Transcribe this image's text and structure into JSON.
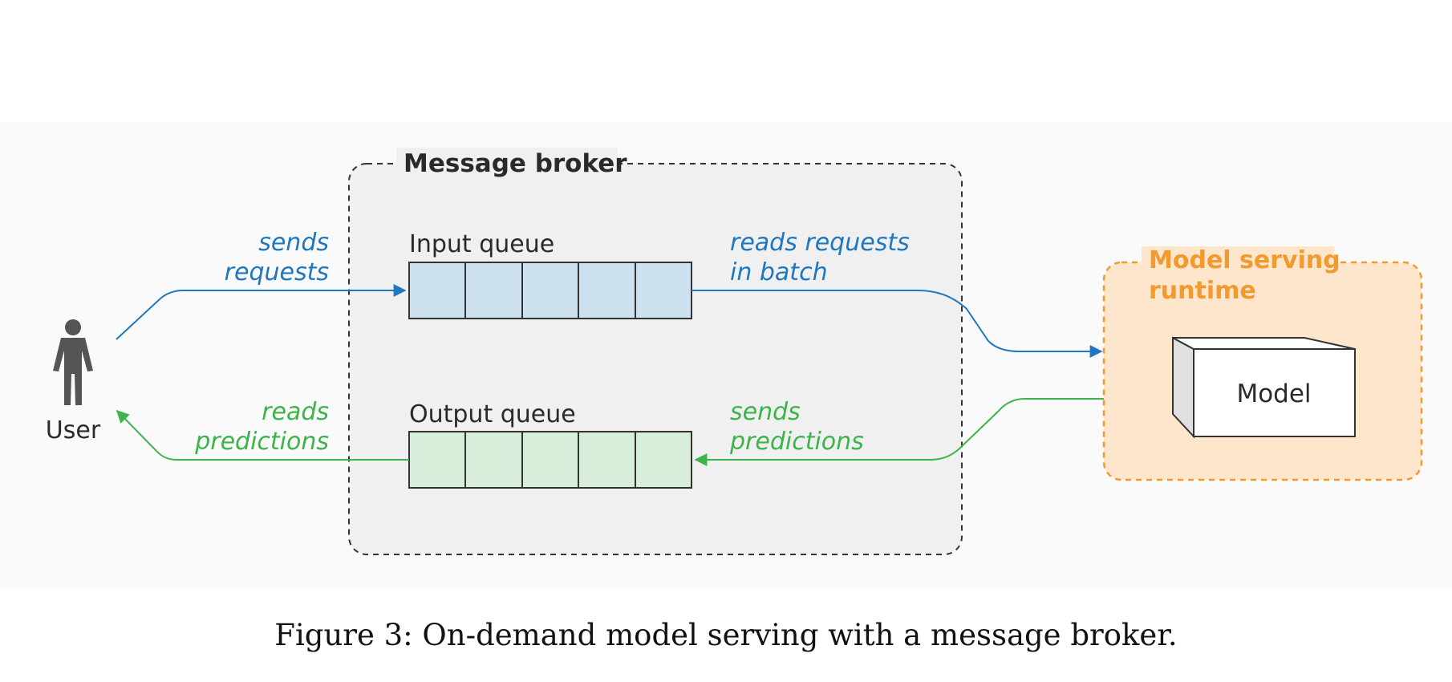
{
  "broker": {
    "title": "Message broker"
  },
  "input_queue": {
    "label": "Input queue",
    "slots": 5
  },
  "output_queue": {
    "label": "Output queue",
    "slots": 5
  },
  "runtime": {
    "title_line1": "Model serving",
    "title_line2": "runtime"
  },
  "model": {
    "label": "Model"
  },
  "user": {
    "label": "User",
    "icon": "user-icon"
  },
  "edges": {
    "sends_requests": [
      "sends",
      "requests"
    ],
    "reads_requests": [
      "reads requests",
      "in batch"
    ],
    "sends_predictions": [
      "sends",
      "predictions"
    ],
    "reads_predictions": [
      "reads",
      "predictions"
    ]
  },
  "caption": "Figure 3: On-demand model serving with a message broker.",
  "colors": {
    "request": "#1f77c0",
    "prediction": "#3cb44b",
    "runtime": "#f39a2e",
    "runtime_fill": "#fde6cc",
    "input_fill": "#cde1ef",
    "output_fill": "#d7eedb",
    "broker_fill": "#f0f0f0",
    "panel_fill": "#fafafa"
  }
}
